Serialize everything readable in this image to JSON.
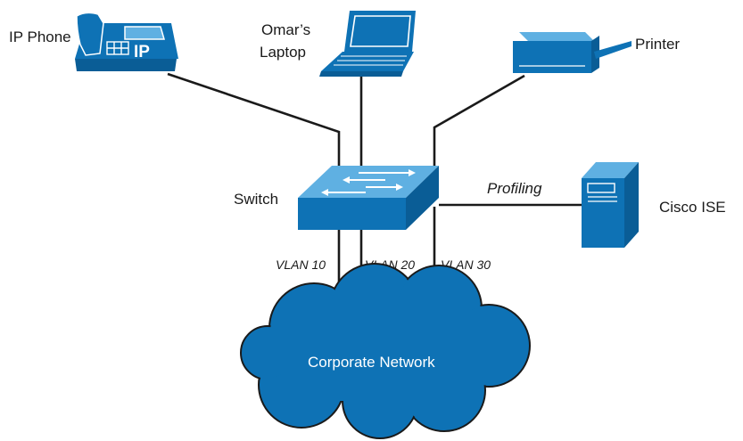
{
  "labels": {
    "ip_phone": "IP Phone",
    "phone_badge": "IP",
    "laptop_line1": "Omar’s",
    "laptop_line2": "Laptop",
    "printer": "Printer",
    "switch": "Switch",
    "profiling": "Profiling",
    "cisco_ise": "Cisco ISE",
    "vlan_10": "VLAN 10",
    "vlan_20": "VLAN 20",
    "vlan_30": "VLAN 30",
    "cloud": "Corporate Network"
  },
  "icons": {
    "phone": "ip-phone-icon",
    "laptop": "laptop-icon",
    "printer": "printer-icon",
    "switch": "switch-icon",
    "server": "server-icon",
    "cloud": "cloud-icon"
  },
  "colors": {
    "device_fill": "#0e72b5",
    "device_dark": "#0a5d96",
    "device_light": "#5fb0e2",
    "line": "#1a1a1a",
    "text": "#1a1a1a",
    "cloud_text": "#ffffff"
  }
}
